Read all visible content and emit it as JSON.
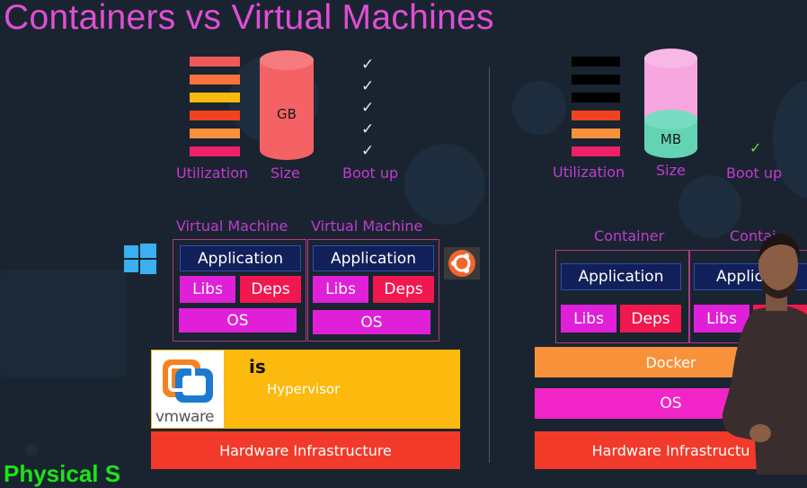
{
  "title": "Containers vs Virtual Machines",
  "vm_side": {
    "utilization_label": "Utilization",
    "size_label": "Size",
    "size_unit": "GB",
    "bootup_label": "Boot up",
    "boot_checks": [
      "✓",
      "✓",
      "✓",
      "✓",
      "✓"
    ],
    "vm_heading_1": "Virtual Machine",
    "vm_heading_2": "Virtual Machine",
    "app_1": "Application",
    "app_2": "Application",
    "libs_1": "Libs",
    "deps_1": "Deps",
    "libs_2": "Libs",
    "deps_2": "Deps",
    "os_1": "OS",
    "os_2": "OS",
    "hypervisor_label": "Hypervisor",
    "is_overlay": "is",
    "hardware_label": "Hardware Infrastructure",
    "vmware_label": "vmware",
    "colors": {
      "bar1": "#f0595a",
      "bar2": "#f8743c",
      "bar3": "#fcb90e",
      "bar4": "#f0421e",
      "bar5": "#f8923a",
      "bar6": "#f01f68"
    }
  },
  "container_side": {
    "utilization_label": "Utilization",
    "size_label": "Size",
    "size_unit": "MB",
    "bootup_label": "Boot up",
    "boot_check": "✓",
    "container_heading_1": "Container",
    "container_heading_2": "Contai",
    "app_1": "Application",
    "app_2": "Applicati",
    "libs_1": "Libs",
    "deps_1": "Deps",
    "libs_2": "Libs",
    "docker_label": "Docker",
    "os_label": "OS",
    "hardware_label": "Hardware Infrastructu"
  },
  "bottom_overlay_text": "Physical S"
}
